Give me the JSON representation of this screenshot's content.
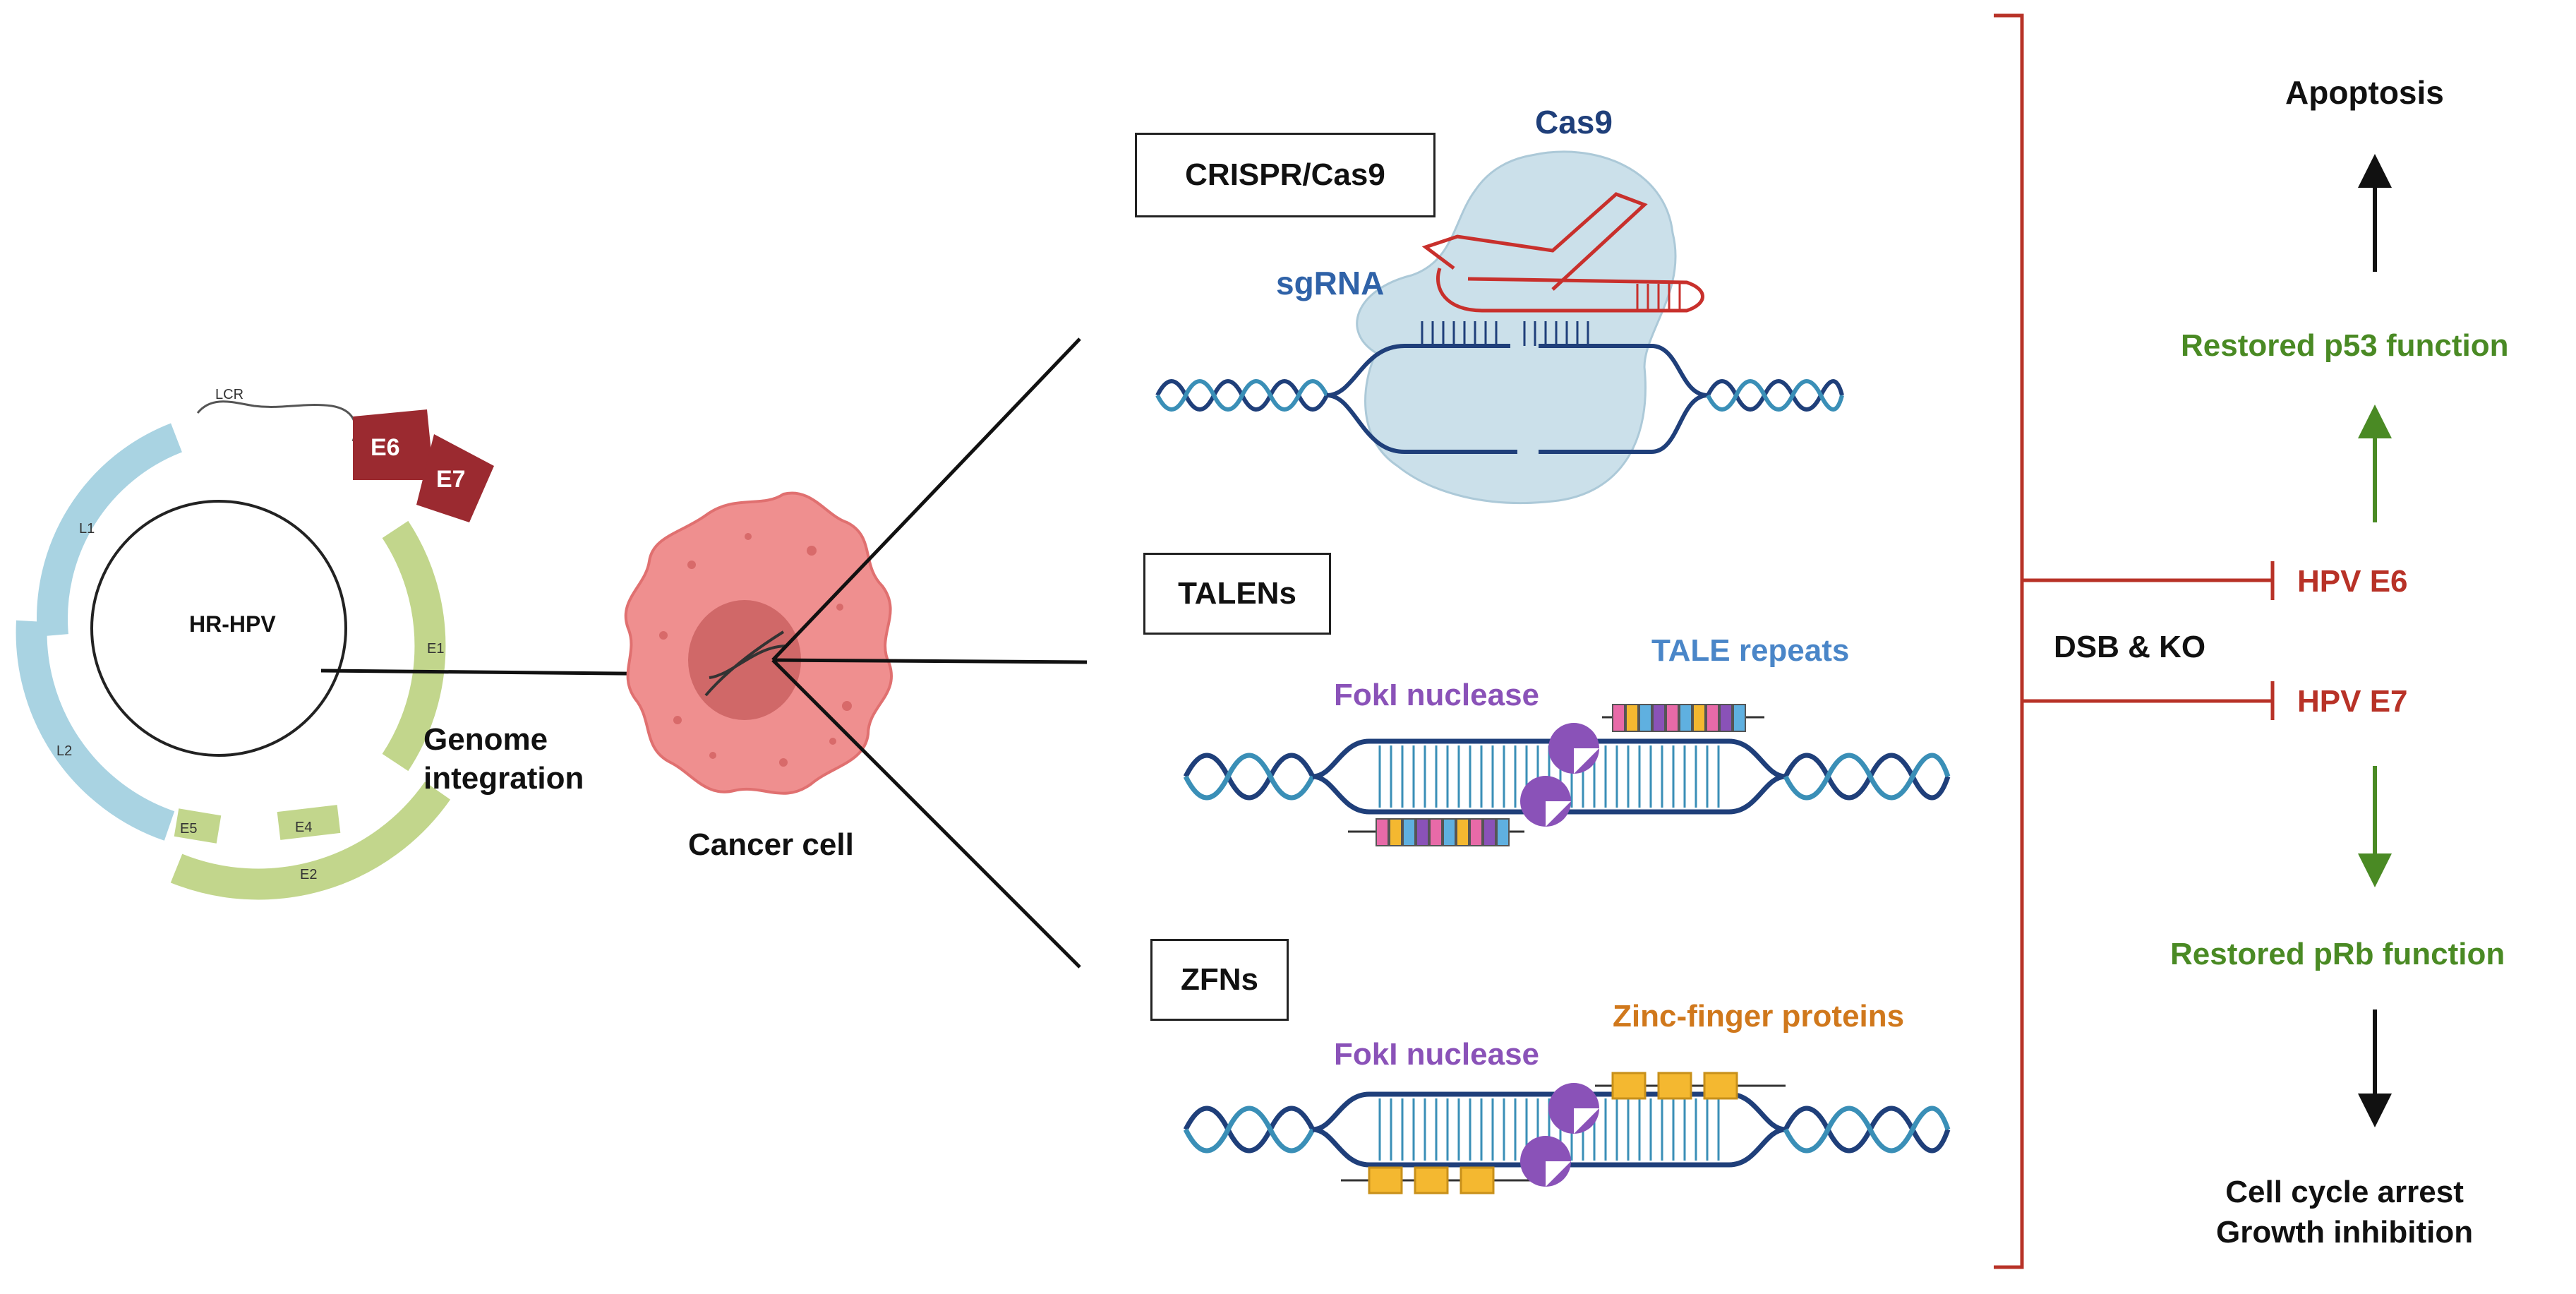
{
  "hpv": {
    "genome_label": "HR-HPV",
    "lcr_label": "LCR",
    "oncogenes": [
      "E6",
      "E7"
    ],
    "genes": [
      "L1",
      "L2",
      "E1",
      "E2",
      "E4",
      "E5"
    ]
  },
  "integration": {
    "line1": "Genome",
    "line2": "integration"
  },
  "cell": {
    "label": "Cancer cell"
  },
  "tools": {
    "crispr": {
      "title": "CRISPR/Cas9",
      "cas9": "Cas9",
      "sgrna": "sgRNA"
    },
    "talens": {
      "title": "TALENs",
      "nuclease": "FokI nuclease",
      "repeats": "TALE repeats"
    },
    "zfns": {
      "title": "ZFNs",
      "nuclease": "FokI nuclease",
      "zinc": "Zinc-finger proteins"
    }
  },
  "outcome": {
    "dsb": "DSB & KO",
    "e6": "HPV E6",
    "e7": "HPV E7",
    "p53": "Restored p53 function",
    "prb": "Restored pRb function",
    "apoptosis": "Apoptosis",
    "arrest1": "Cell cycle arrest",
    "arrest2": "Growth inhibition"
  },
  "colors": {
    "red": "#b83227",
    "green": "#4a8a24",
    "navy": "#1f3f7a",
    "purple": "#8a52b8",
    "light_blue": "#a9d3e2",
    "olive": "#c2d68c",
    "dark_red": "#9b2a30",
    "orange": "#d0781c",
    "sky": "#4a86c8"
  }
}
